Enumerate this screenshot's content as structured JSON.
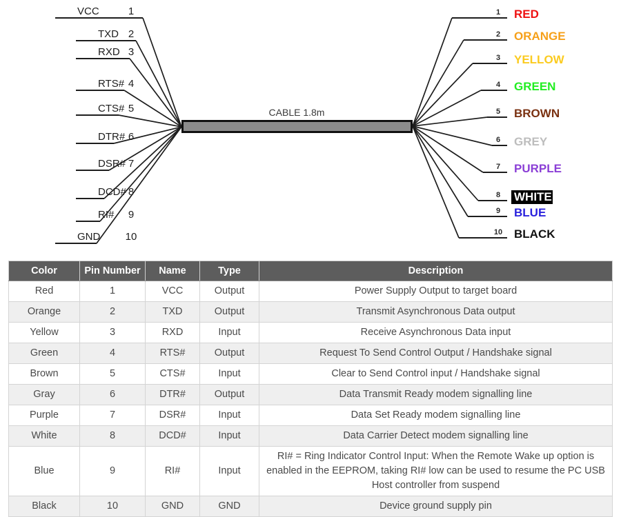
{
  "diagram": {
    "cable_label": "CABLE 1.8m",
    "left_pins": [
      {
        "name": "VCC",
        "number": "1"
      },
      {
        "name": "TXD",
        "number": "2"
      },
      {
        "name": "RXD",
        "number": "3"
      },
      {
        "name": "RTS#",
        "number": "4"
      },
      {
        "name": "CTS#",
        "number": "5"
      },
      {
        "name": "DTR#",
        "number": "6"
      },
      {
        "name": "DSR#",
        "number": "7"
      },
      {
        "name": "DCD#",
        "number": "8"
      },
      {
        "name": "RI#",
        "number": "9"
      },
      {
        "name": "GND",
        "number": "10"
      }
    ],
    "right_pins": [
      {
        "number": "1",
        "label": "RED",
        "color": "#ee1111",
        "boxed": false
      },
      {
        "number": "2",
        "label": "ORANGE",
        "color": "#f6a019",
        "boxed": false
      },
      {
        "number": "3",
        "label": "YELLOW",
        "color": "#fbcb20",
        "boxed": false
      },
      {
        "number": "4",
        "label": "GREEN",
        "color": "#22ee22",
        "boxed": false
      },
      {
        "number": "5",
        "label": "BROWN",
        "color": "#7a3111",
        "boxed": false
      },
      {
        "number": "6",
        "label": "GREY",
        "color": "#bdbdbd",
        "boxed": false
      },
      {
        "number": "7",
        "label": "PURPLE",
        "color": "#8b3fd6",
        "boxed": false
      },
      {
        "number": "8",
        "label": "WHITE",
        "color": "#ffffff",
        "boxed": true
      },
      {
        "number": "9",
        "label": "BLUE",
        "color": "#2a22dd",
        "boxed": false
      },
      {
        "number": "10",
        "label": "BLACK",
        "color": "#111111",
        "boxed": false
      }
    ],
    "cable_body_color": "#8c8c8c",
    "cable_border_color": "#111111"
  },
  "table": {
    "headers": [
      "Color",
      "Pin Number",
      "Name",
      "Type",
      "Description"
    ],
    "rows": [
      {
        "color": "Red",
        "pin": "1",
        "name": "VCC",
        "type": "Output",
        "description": "Power Supply Output to target board"
      },
      {
        "color": "Orange",
        "pin": "2",
        "name": "TXD",
        "type": "Output",
        "description": "Transmit Asynchronous Data output"
      },
      {
        "color": "Yellow",
        "pin": "3",
        "name": "RXD",
        "type": "Input",
        "description": "Receive Asynchronous Data input"
      },
      {
        "color": "Green",
        "pin": "4",
        "name": "RTS#",
        "type": "Output",
        "description": "Request To Send Control Output / Handshake signal"
      },
      {
        "color": "Brown",
        "pin": "5",
        "name": "CTS#",
        "type": "Input",
        "description": "Clear to Send Control input / Handshake signal"
      },
      {
        "color": "Gray",
        "pin": "6",
        "name": "DTR#",
        "type": "Output",
        "description": "Data Transmit Ready modem signalling line"
      },
      {
        "color": "Purple",
        "pin": "7",
        "name": "DSR#",
        "type": "Input",
        "description": "Data Set Ready modem signalling line"
      },
      {
        "color": "White",
        "pin": "8",
        "name": "DCD#",
        "type": "Input",
        "description": "Data Carrier Detect modem signalling line"
      },
      {
        "color": "Blue",
        "pin": "9",
        "name": "RI#",
        "type": "Input",
        "description": "RI# = Ring Indicator Control Input: When the Remote Wake up option is enabled in the EEPROM, taking RI# low can be used to resume the PC USB Host controller from suspend"
      },
      {
        "color": "Black",
        "pin": "10",
        "name": "GND",
        "type": "GND",
        "description": "Device ground supply pin"
      }
    ]
  }
}
